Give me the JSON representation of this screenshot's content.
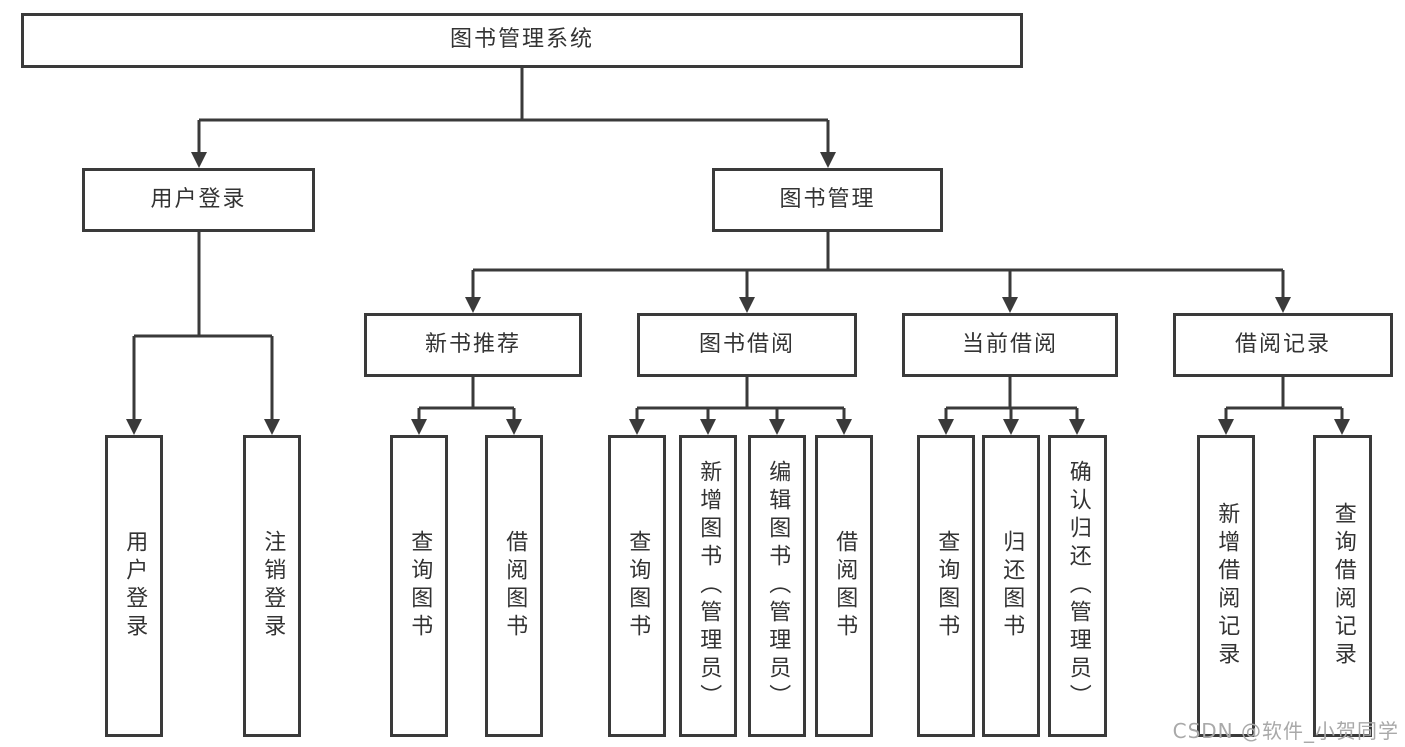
{
  "tree": {
    "root": {
      "label": "图书管理系统"
    },
    "branches": [
      {
        "label": "用户登录",
        "children": [
          {
            "label": "用户登录"
          },
          {
            "label": "注销登录"
          }
        ]
      },
      {
        "label": "图书管理",
        "groups": [
          {
            "label": "新书推荐",
            "children": [
              {
                "label": "查询图书"
              },
              {
                "label": "借阅图书"
              }
            ]
          },
          {
            "label": "图书借阅",
            "children": [
              {
                "label": "查询图书"
              },
              {
                "label": "新增图书（管理员）"
              },
              {
                "label": "编辑图书（管理员）"
              },
              {
                "label": "借阅图书"
              }
            ]
          },
          {
            "label": "当前借阅",
            "children": [
              {
                "label": "查询图书"
              },
              {
                "label": "归还图书"
              },
              {
                "label": "确认归还（管理员）"
              }
            ]
          },
          {
            "label": "借阅记录",
            "children": [
              {
                "label": "新增借阅记录"
              },
              {
                "label": "查询借阅记录"
              }
            ]
          }
        ]
      }
    ]
  },
  "watermark": {
    "text": "CSDN @软件_小贺同学"
  },
  "colors": {
    "line": "#3a3a3a",
    "box_border": "#3a3a3a",
    "text": "#333333",
    "watermark": "#a9a9a9",
    "background": "#ffffff"
  }
}
